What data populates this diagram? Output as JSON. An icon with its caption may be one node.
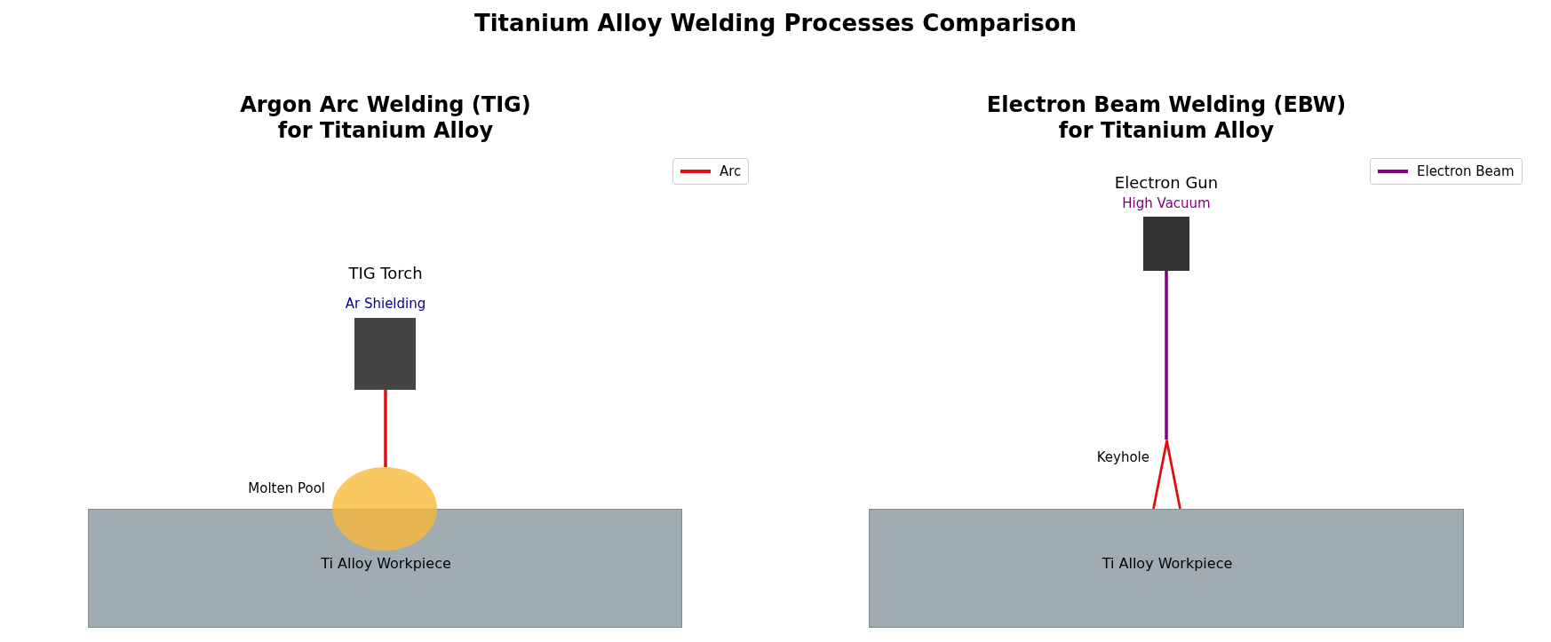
{
  "diagram": {
    "title": "Titanium Alloy Welding Processes Comparison",
    "nodes": [
      {
        "text": [
          "TIG Torch",
          "Ar Shielding"
        ]
      },
      {
        "text": [
          "Molten Pool"
        ]
      },
      {
        "text": [
          "Ti Alloy Workpiece"
        ]
      },
      {
        "text": [
          "Electron Gun",
          "High Vacuum"
        ]
      },
      {
        "text": [
          "Keyhole"
        ]
      },
      {
        "text": [
          "Ti Alloy Workpiece"
        ]
      }
    ],
    "edges": [
      {
        "from": 0,
        "to": 1,
        "arrow": "none",
        "color": "#dd1111"
      },
      {
        "from": 3,
        "to": 4,
        "arrow": "none",
        "color": "#800080"
      }
    ],
    "labels": [
      "Argon Arc Welding (TIG) for Titanium Alloy",
      "Electron Beam Welding (EBW) for Titanium Alloy"
    ],
    "legend": [
      {
        "text": "Arc"
      },
      {
        "text": "Electron Beam"
      }
    ]
  }
}
